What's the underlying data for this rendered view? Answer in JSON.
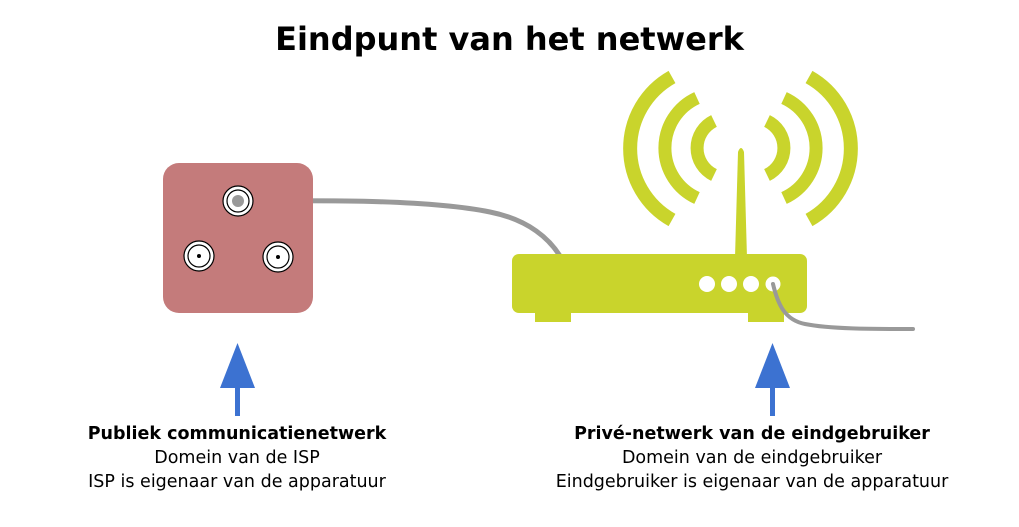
{
  "title": "Eindpunt van het netwerk",
  "left": {
    "heading": "Publiek communicatienetwerk",
    "line1": "Domein van de ISP",
    "line2": "ISP is eigenaar van de apparatuur"
  },
  "right": {
    "heading": "Privé-netwerk van de eindgebruiker",
    "line1": "Domein van de eindgebruiker",
    "line2": "Eindgebruiker is eigenaar van de apparatuur"
  },
  "colors": {
    "wall_socket": "#c47b7b",
    "router": "#c9d42c",
    "cable": "#999999",
    "arrow": "#3c72d1"
  }
}
